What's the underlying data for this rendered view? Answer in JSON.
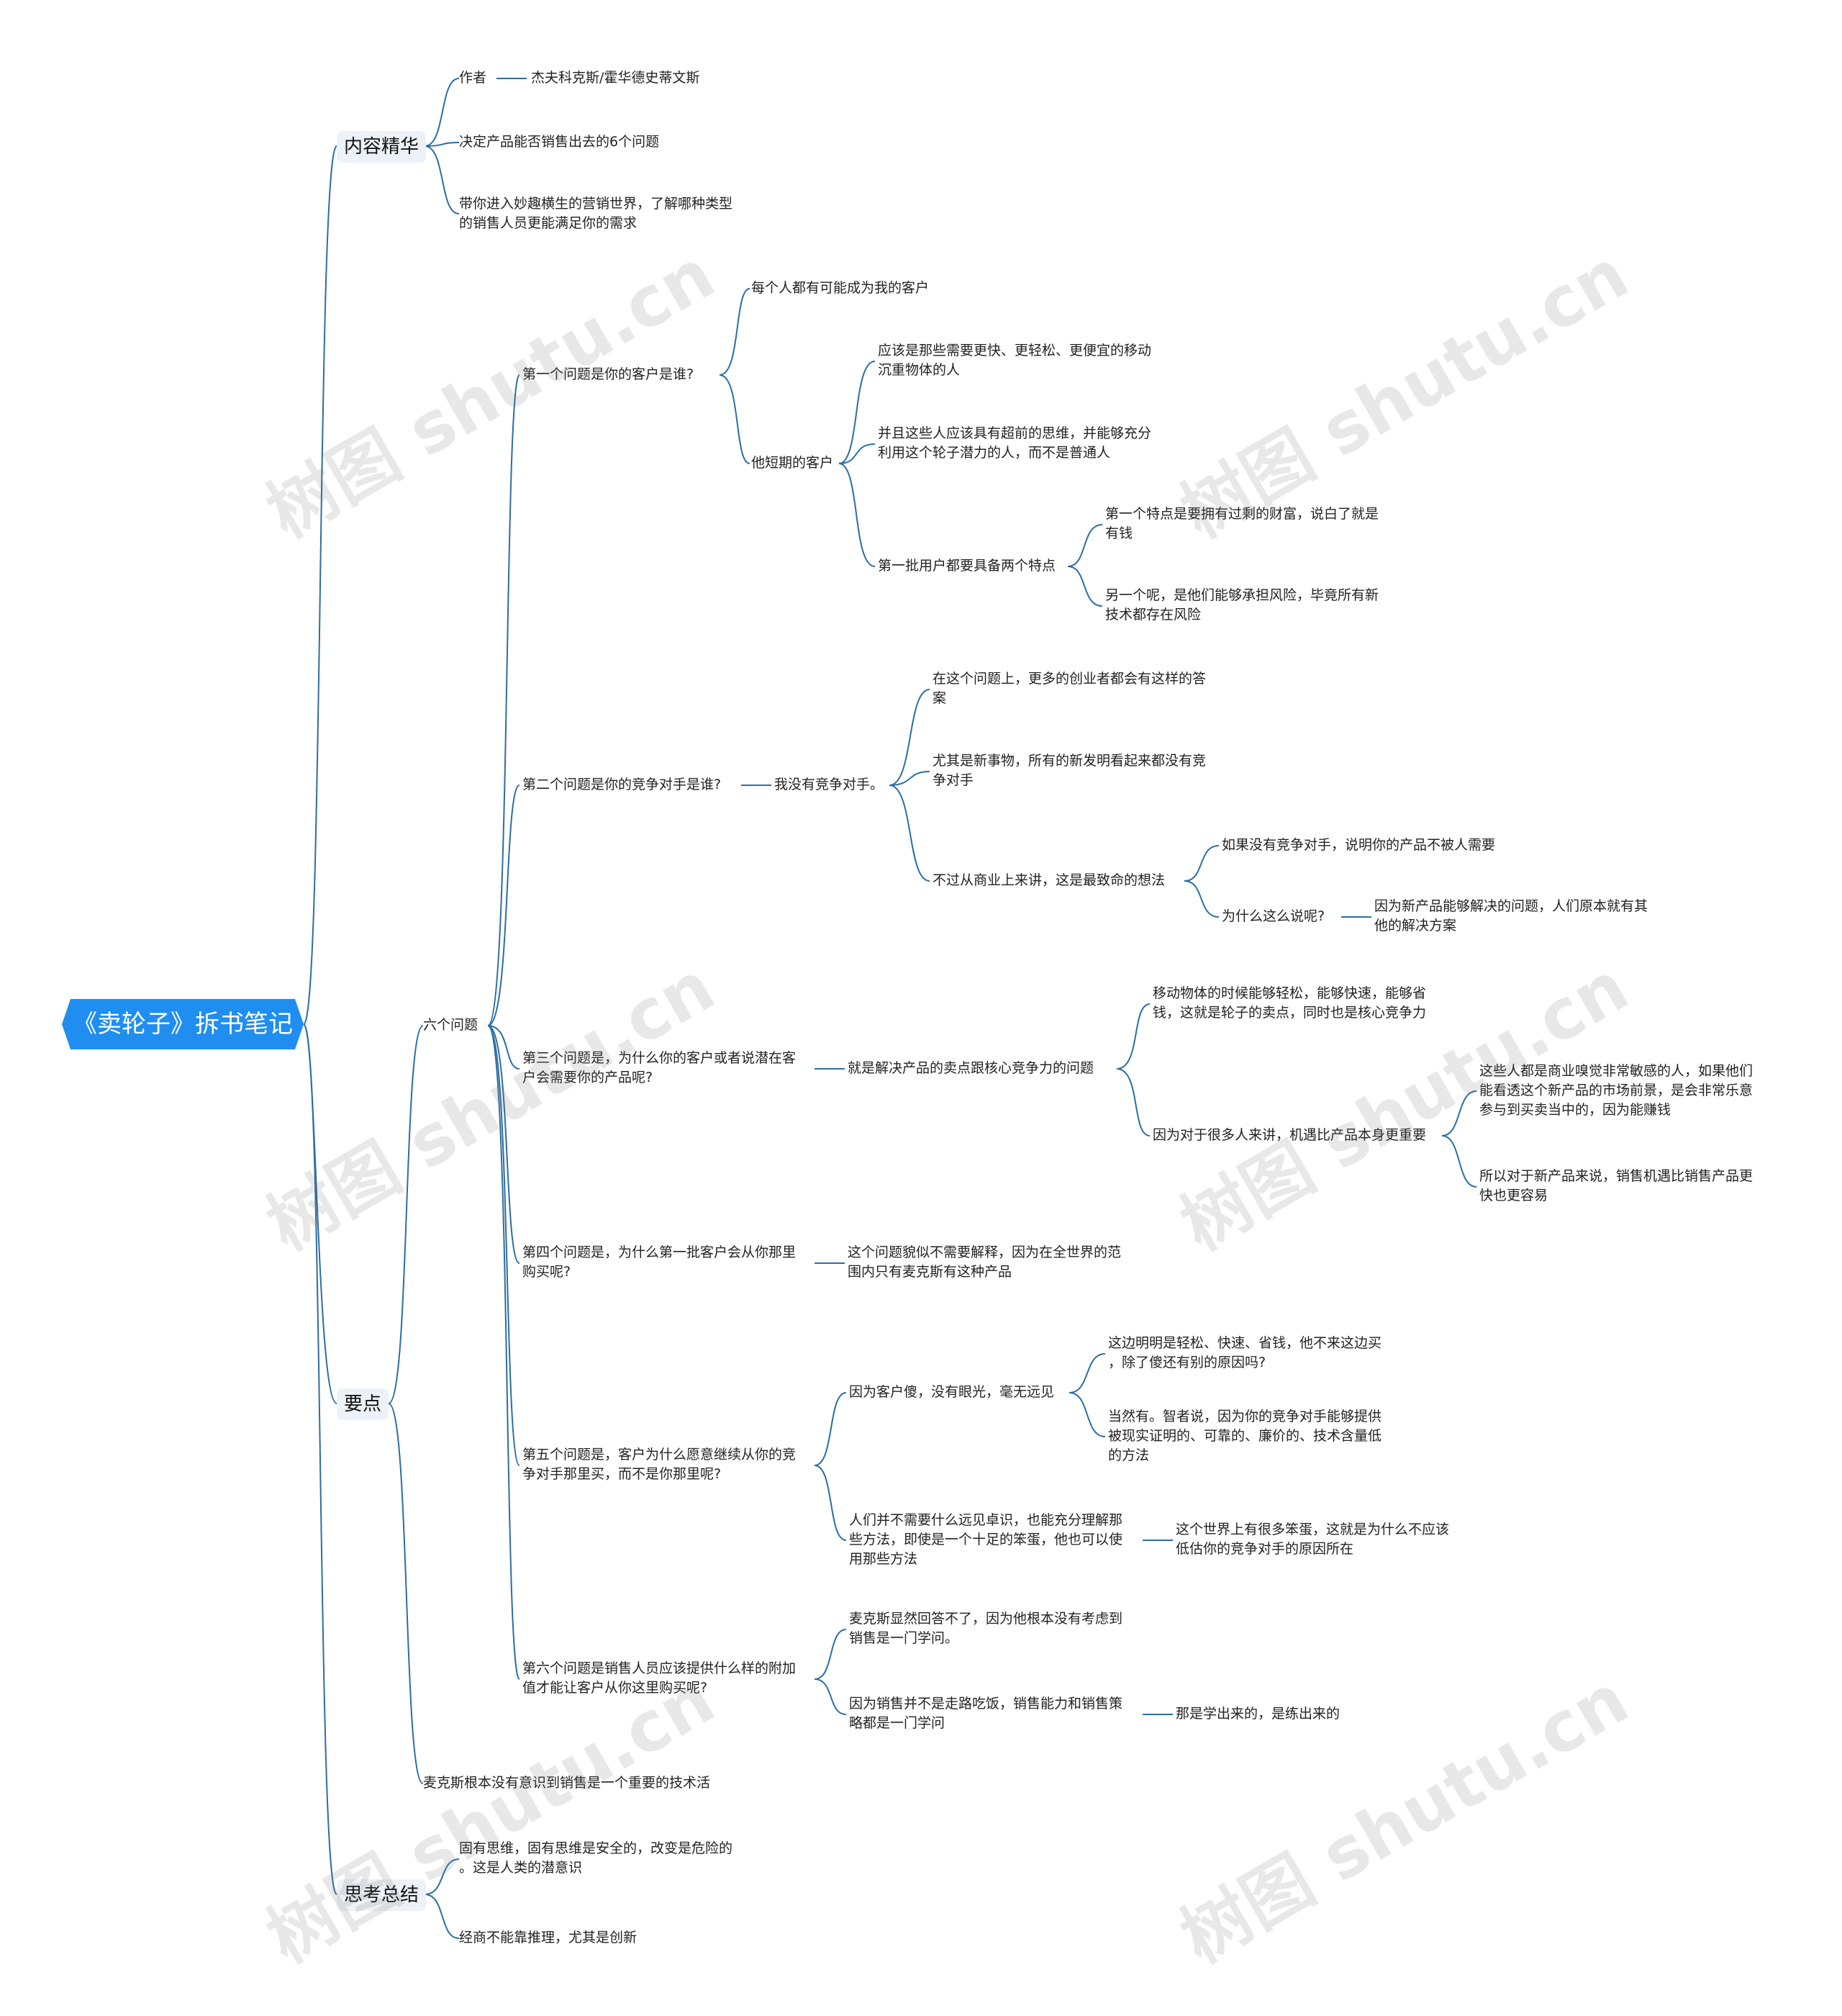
{
  "root": "《卖轮子》拆书笔记",
  "watermark": "树图 shutu.cn",
  "colors": {
    "accent": "#1f8ef0",
    "line": "#2c6ea3"
  },
  "b1": {
    "label": "内容精华",
    "author_label": "作者",
    "author_value": "杰夫科克斯/霍华德史蒂文斯",
    "item2": "决定产品能否销售出去的6个问题",
    "item3": [
      "带你进入妙趣横生的营销世界，了解哪种类型",
      "的销售人员更能满足你的需求"
    ]
  },
  "b2": {
    "label": "要点",
    "six": "六个问题",
    "q1": {
      "label": "第一个问题是你的客户是谁?",
      "a": "每个人都有可能成为我的客户",
      "b": "他短期的客户",
      "b1": [
        "应该是那些需要更快、更轻松、更便宜的移动",
        "沉重物体的人"
      ],
      "b2": [
        "并且这些人应该具有超前的思维，并能够充分",
        "利用这个轮子潜力的人，而不是普通人"
      ],
      "b3": "第一批用户都要具备两个特点",
      "b3a": [
        "第一个特点是要拥有过剩的财富，说白了就是",
        "有钱"
      ],
      "b3b": [
        "另一个呢，是他们能够承担风险，毕竟所有新",
        "技术都存在风险"
      ]
    },
    "q2": {
      "label": "第二个问题是你的竞争对手是谁?",
      "a": "我没有竞争对手。",
      "a1": [
        "在这个问题上，更多的创业者都会有这样的答",
        "案"
      ],
      "a2": [
        "尤其是新事物，所有的新发明看起来都没有竞",
        "争对手"
      ],
      "a3": "不过从商业上来讲，这是最致命的想法",
      "a3a": "如果没有竞争对手，说明你的产品不被人需要",
      "a3b": "为什么这么说呢?",
      "a3b1": [
        "因为新产品能够解决的问题，人们原本就有其",
        "他的解决方案"
      ]
    },
    "q3": {
      "label": [
        "第三个问题是，为什么你的客户或者说潜在客",
        "户会需要你的产品呢?"
      ],
      "a": "就是解决产品的卖点跟核心竞争力的问题",
      "a1": [
        "移动物体的时候能够轻松，能够快速，能够省",
        "钱，这就是轮子的卖点，同时也是核心竞争力"
      ],
      "a2": "因为对于很多人来讲，机遇比产品本身更重要",
      "a2a": [
        "这些人都是商业嗅觉非常敏感的人，如果他们",
        "能看透这个新产品的市场前景，是会非常乐意",
        "参与到买卖当中的，因为能赚钱"
      ],
      "a2b": [
        "所以对于新产品来说，销售机遇比销售产品更",
        "快也更容易"
      ]
    },
    "q4": {
      "label": [
        "第四个问题是，为什么第一批客户会从你那里",
        "购买呢?"
      ],
      "a": [
        "这个问题貌似不需要解释，因为在全世界的范",
        "围内只有麦克斯有这种产品"
      ]
    },
    "q5": {
      "label": [
        "第五个问题是，客户为什么愿意继续从你的竞",
        "争对手那里买，而不是你那里呢?"
      ],
      "a": "因为客户傻，没有眼光，毫无远见",
      "a1": [
        "这边明明是轻松、快速、省钱，他不来这边买",
        "，除了傻还有别的原因吗?"
      ],
      "a2": [
        "当然有。智者说，因为你的竞争对手能够提供",
        "被现实证明的、可靠的、廉价的、技术含量低",
        "的方法"
      ],
      "b": [
        "人们并不需要什么远见卓识，也能充分理解那",
        "些方法，即使是一个十足的笨蛋，他也可以使",
        "用那些方法"
      ],
      "b1": [
        "这个世界上有很多笨蛋，这就是为什么不应该",
        "低估你的竞争对手的原因所在"
      ]
    },
    "q6": {
      "label": [
        "第六个问题是销售人员应该提供什么样的附加",
        "值才能让客户从你这里购买呢?"
      ],
      "a": [
        "麦克斯显然回答不了，因为他根本没有考虑到",
        "销售是一门学问。"
      ],
      "b": [
        "因为销售并不是走路吃饭，销售能力和销售策",
        "略都是一门学问"
      ],
      "b1": "那是学出来的，是练出来的"
    },
    "note": "麦克斯根本没有意识到销售是一个重要的技术活"
  },
  "b3": {
    "label": "思考总结",
    "item1": [
      "固有思维，固有思维是安全的，改变是危险的",
      "。这是人类的潜意识"
    ],
    "item2": "经商不能靠推理，尤其是创新"
  }
}
